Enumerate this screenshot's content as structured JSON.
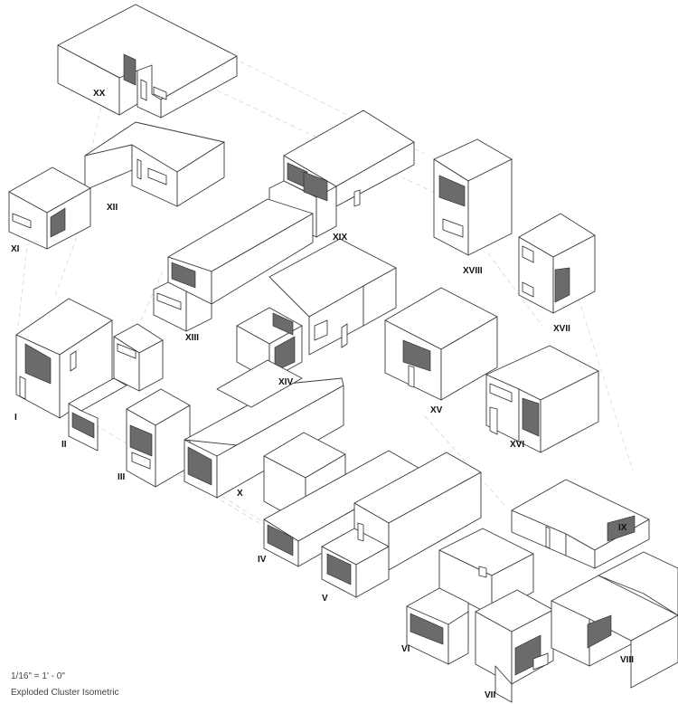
{
  "units": [
    {
      "id": "XX",
      "label": "XX"
    },
    {
      "id": "XII",
      "label": "XII"
    },
    {
      "id": "XI",
      "label": "XI"
    },
    {
      "id": "XIX",
      "label": "XIX"
    },
    {
      "id": "XVIII",
      "label": "XVIII"
    },
    {
      "id": "XVII",
      "label": "XVII"
    },
    {
      "id": "XIII",
      "label": "XIII"
    },
    {
      "id": "XIV",
      "label": "XIV"
    },
    {
      "id": "XV",
      "label": "XV"
    },
    {
      "id": "XVI",
      "label": "XVI"
    },
    {
      "id": "I",
      "label": "I"
    },
    {
      "id": "II",
      "label": "II"
    },
    {
      "id": "III",
      "label": "III"
    },
    {
      "id": "X",
      "label": "X"
    },
    {
      "id": "IV",
      "label": "IV"
    },
    {
      "id": "V",
      "label": "V"
    },
    {
      "id": "IX",
      "label": "IX"
    },
    {
      "id": "VI",
      "label": "VI"
    },
    {
      "id": "VII",
      "label": "VII"
    },
    {
      "id": "VIII",
      "label": "VIII"
    }
  ],
  "scale": "1/16\" = 1' - 0\"",
  "caption": "Exploded Cluster Isometric",
  "colors": {
    "line": "#3a3a3a",
    "guide": "#c8c8c8",
    "window_dark": "#6b6b6b"
  }
}
